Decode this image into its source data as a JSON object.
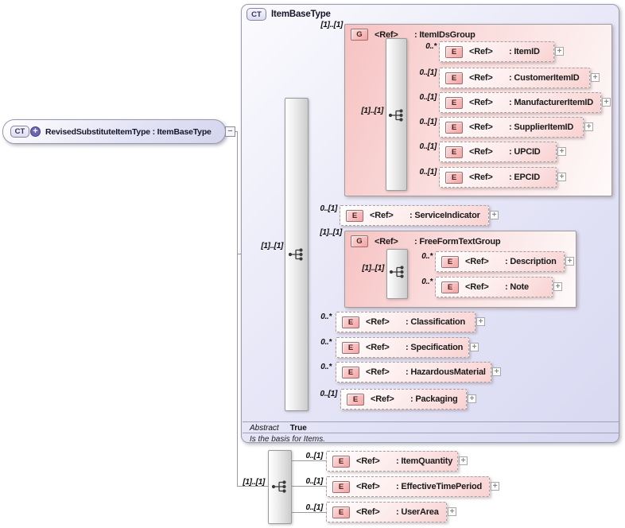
{
  "root": {
    "badge": "CT",
    "plus": "+",
    "label": "RevisedSubstituteItemType : ItemBaseType",
    "collapse": "−"
  },
  "container": {
    "badge": "CT",
    "title": "ItemBaseType",
    "cardinality": "[1]..[1]",
    "abstract_label": "Abstract",
    "abstract_value": "True",
    "annotation": "Is the basis for Items."
  },
  "glyphs": {
    "element_badge": "E",
    "group_badge": "G",
    "expand": "+"
  },
  "itemids_group": {
    "badge": "G",
    "ref": "<Ref>",
    "label": ": ItemIDsGroup",
    "card": "[1]..[1]",
    "inner_card": "[1]..[1]",
    "children": [
      {
        "card": "0..*",
        "ref": "<Ref>",
        "label": ": ItemID"
      },
      {
        "card": "0..[1]",
        "ref": "<Ref>",
        "label": ": CustomerItemID"
      },
      {
        "card": "0..[1]",
        "ref": "<Ref>",
        "label": ": ManufacturerItemID"
      },
      {
        "card": "0..[1]",
        "ref": "<Ref>",
        "label": ": SupplierItemID"
      },
      {
        "card": "0..[1]",
        "ref": "<Ref>",
        "label": ": UPCID"
      },
      {
        "card": "0..[1]",
        "ref": "<Ref>",
        "label": ": EPCID"
      }
    ]
  },
  "service_indicator": {
    "card": "0..[1]",
    "ref": "<Ref>",
    "label": ": ServiceIndicator"
  },
  "freeform_group": {
    "badge": "G",
    "ref": "<Ref>",
    "label": ": FreeFormTextGroup",
    "card": "[1]..[1]",
    "inner_card": "[1]..[1]",
    "children": [
      {
        "card": "0..*",
        "ref": "<Ref>",
        "label": ": Description"
      },
      {
        "card": "0..*",
        "ref": "<Ref>",
        "label": ": Note"
      }
    ]
  },
  "classification": {
    "card": "0..*",
    "ref": "<Ref>",
    "label": ": Classification"
  },
  "specification": {
    "card": "0..*",
    "ref": "<Ref>",
    "label": ": Specification"
  },
  "hazardous_material": {
    "card": "0..*",
    "ref": "<Ref>",
    "label": ": HazardousMaterial"
  },
  "packaging": {
    "card": "0..[1]",
    "ref": "<Ref>",
    "label": ": Packaging"
  },
  "bottom_group": {
    "card": "[1]..[1]",
    "children": [
      {
        "card": "0..[1]",
        "ref": "<Ref>",
        "label": ": ItemQuantity"
      },
      {
        "card": "0..[1]",
        "ref": "<Ref>",
        "label": ": EffectiveTimePeriod"
      },
      {
        "card": "0..[1]",
        "ref": "<Ref>",
        "label": ": UserArea"
      }
    ]
  },
  "colors": {
    "container_fill": "#d8d8f2",
    "group_fill": "#f6c2c2",
    "badge_pink": "#f2a4a4",
    "badge_navy": "#32325c"
  }
}
